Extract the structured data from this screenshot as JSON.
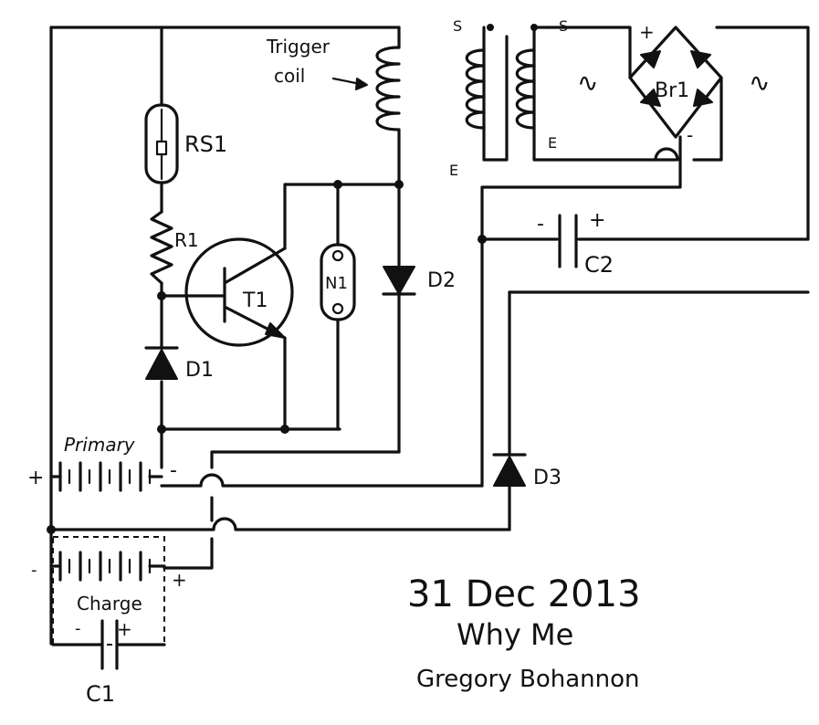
{
  "labels": {
    "trigger_coil": [
      "Trigger",
      "coil"
    ],
    "rs1": "RS1",
    "r1": "R1",
    "t1": "T1",
    "n1": "N1",
    "d1": "D1",
    "d2": "D2",
    "d3": "D3",
    "c1": "C1",
    "c2": "C2",
    "br1": "Br1",
    "primary": "Primary",
    "charge": "Charge",
    "plus": "+",
    "minus": "-",
    "s": "S",
    "e": "E",
    "ac": "∿"
  },
  "signature": {
    "date": "31 Dec 2013",
    "title": "Why Me",
    "author": "Gregory Bohannon"
  }
}
